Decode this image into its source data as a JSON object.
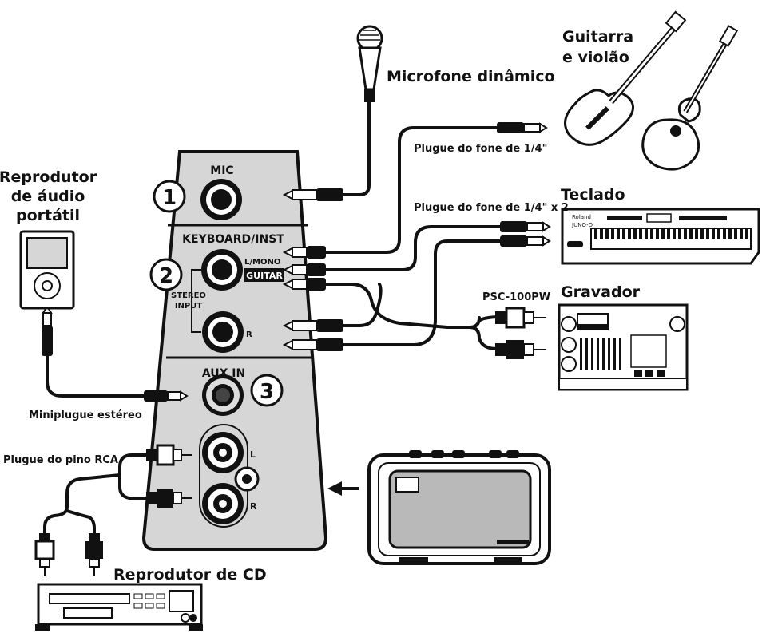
{
  "devices": {
    "mic": "Microfone dinâmico",
    "guitar_line1": "Guitarra",
    "guitar_line2": "e violão",
    "keyboard": "Teclado",
    "recorder": "Gravador",
    "portable_line1": "Reprodutor",
    "portable_line2": "de áudio",
    "portable_line3": "portátil",
    "cd": "Reprodutor de CD"
  },
  "plugs": {
    "phone_quarter": "Plugue do fone de 1/4\"",
    "phone_quarter_x2": "Plugue do fone de 1/4\" x 2",
    "psc": "PSC-100PW",
    "mini_stereo": "Miniplugue estéreo",
    "rca": "Plugue do pino RCA"
  },
  "panel": {
    "mic": "MIC",
    "keyboard_inst": "KEYBOARD/INST",
    "l_mono": "L/MONO",
    "guitar": "GUITAR",
    "stereo": "STEREO",
    "input": "INPUT",
    "r": "R",
    "aux_in": "AUX IN",
    "rca_l": "L",
    "rca_r": "R",
    "n1": "1",
    "n2": "2",
    "n3": "3"
  },
  "keyboard_brand": "Roland",
  "keyboard_model": "JUNO-D",
  "colors": {
    "panel": "#d6d6d6",
    "ink": "#111111",
    "amp_grill": "#b9b9b9"
  }
}
